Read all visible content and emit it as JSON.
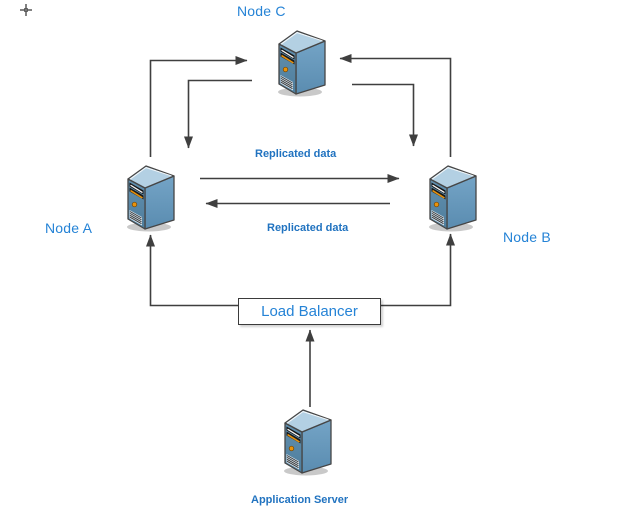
{
  "canvas": {
    "cursor_icon": "crosshair"
  },
  "nodes": {
    "a": {
      "label": "Node A",
      "type": "server"
    },
    "b": {
      "label": "Node B",
      "type": "server"
    },
    "c": {
      "label": "Node C",
      "type": "server"
    },
    "load_balancer": {
      "label": "Load Balancer",
      "type": "box"
    },
    "application_server": {
      "label": "Application Server",
      "type": "server"
    }
  },
  "edge_labels": {
    "top": "Replicated data",
    "bottom": "Replicated data"
  },
  "connections": [
    {
      "from": "node-a",
      "to": "node-c",
      "style": "elbow-arrow"
    },
    {
      "from": "node-c",
      "to": "node-a",
      "style": "elbow-arrow"
    },
    {
      "from": "node-b",
      "to": "node-c",
      "style": "elbow-arrow"
    },
    {
      "from": "node-c",
      "to": "node-b",
      "style": "elbow-arrow"
    },
    {
      "from": "node-a",
      "to": "node-b",
      "style": "straight-arrow",
      "label": "Replicated data"
    },
    {
      "from": "node-b",
      "to": "node-a",
      "style": "straight-arrow",
      "label": "Replicated data"
    },
    {
      "from": "load-balancer",
      "to": "node-a",
      "style": "elbow-arrow"
    },
    {
      "from": "load-balancer",
      "to": "node-b",
      "style": "elbow-arrow"
    },
    {
      "from": "application-server",
      "to": "load-balancer",
      "style": "straight-arrow"
    }
  ],
  "colors": {
    "background": "#ffffff",
    "label_blue": "#2583d6",
    "bold_label_blue": "#2173c0",
    "arrow": "#3f3f3f",
    "server_side": "#6094ba",
    "server_front_top": "#618fae",
    "server_front_bottom": "#4f7e9d",
    "server_top": "#b3d0e3",
    "accent_orange": "#e8920c",
    "box_border": "#3b3b3b"
  }
}
